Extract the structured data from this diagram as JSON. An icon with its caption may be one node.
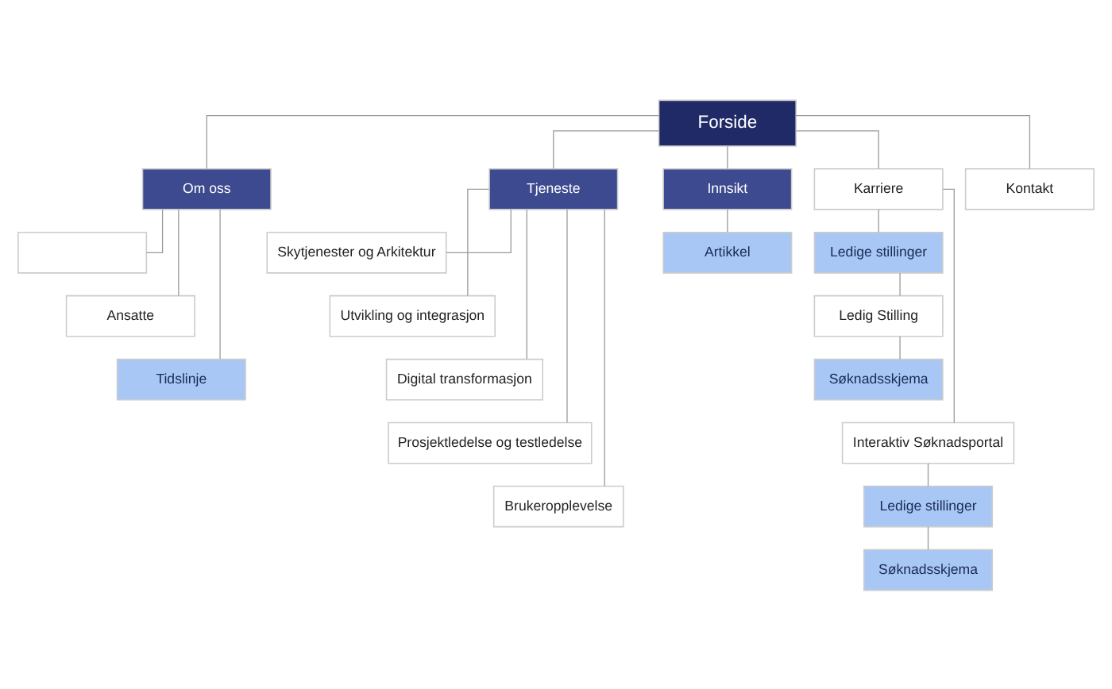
{
  "diagram": {
    "nodes": [
      {
        "text": [
          "Forside"
        ]
      },
      {
        "text": [
          "Om oss"
        ]
      },
      {
        "text": [
          "Tjeneste"
        ]
      },
      {
        "text": [
          "Innsikt"
        ]
      },
      {
        "text": [
          "Karriere"
        ]
      },
      {
        "text": [
          "Kontakt"
        ]
      },
      {
        "text": [],
        "shape": "box"
      },
      {
        "text": [
          "Ansatte"
        ]
      },
      {
        "text": [
          "Tidslinje"
        ]
      },
      {
        "text": [
          "Skytjenester og Arkitektur"
        ]
      },
      {
        "text": [
          "Utvikling og integrasjon"
        ]
      },
      {
        "text": [
          "Digital transformasjon"
        ]
      },
      {
        "text": [
          "Prosjektledelse og testledelse"
        ]
      },
      {
        "text": [
          "Brukeropplevelse"
        ]
      },
      {
        "text": [
          "Artikkel"
        ]
      },
      {
        "text": [
          "Ledige stillinger"
        ]
      },
      {
        "text": [
          "Ledig Stilling"
        ]
      },
      {
        "text": [
          "Søknadsskjema"
        ]
      },
      {
        "text": [
          "Interaktiv Søknadsportal"
        ]
      },
      {
        "text": [
          "Ledige stillinger"
        ]
      },
      {
        "text": [
          "Søknadsskjema"
        ]
      }
    ],
    "edges": [
      {
        "from": 0,
        "to": 1,
        "arrow": "none"
      },
      {
        "from": 0,
        "to": 2,
        "arrow": "none"
      },
      {
        "from": 0,
        "to": 3,
        "arrow": "none"
      },
      {
        "from": 0,
        "to": 4,
        "arrow": "none"
      },
      {
        "from": 0,
        "to": 5,
        "arrow": "none"
      },
      {
        "from": 1,
        "to": 6,
        "arrow": "none"
      },
      {
        "from": 1,
        "to": 7,
        "arrow": "none"
      },
      {
        "from": 1,
        "to": 8,
        "arrow": "none"
      },
      {
        "from": 2,
        "to": 9,
        "arrow": "none"
      },
      {
        "from": 2,
        "to": 10,
        "arrow": "none"
      },
      {
        "from": 2,
        "to": 11,
        "arrow": "none"
      },
      {
        "from": 2,
        "to": 12,
        "arrow": "none"
      },
      {
        "from": 2,
        "to": 13,
        "arrow": "none"
      },
      {
        "from": 3,
        "to": 14,
        "arrow": "none"
      },
      {
        "from": 4,
        "to": 15,
        "arrow": "none"
      },
      {
        "from": 15,
        "to": 16,
        "arrow": "none"
      },
      {
        "from": 16,
        "to": 17,
        "arrow": "none"
      },
      {
        "from": 4,
        "to": 18,
        "arrow": "none"
      },
      {
        "from": 18,
        "to": 19,
        "arrow": "none"
      },
      {
        "from": 19,
        "to": 20,
        "arrow": "none"
      }
    ]
  }
}
